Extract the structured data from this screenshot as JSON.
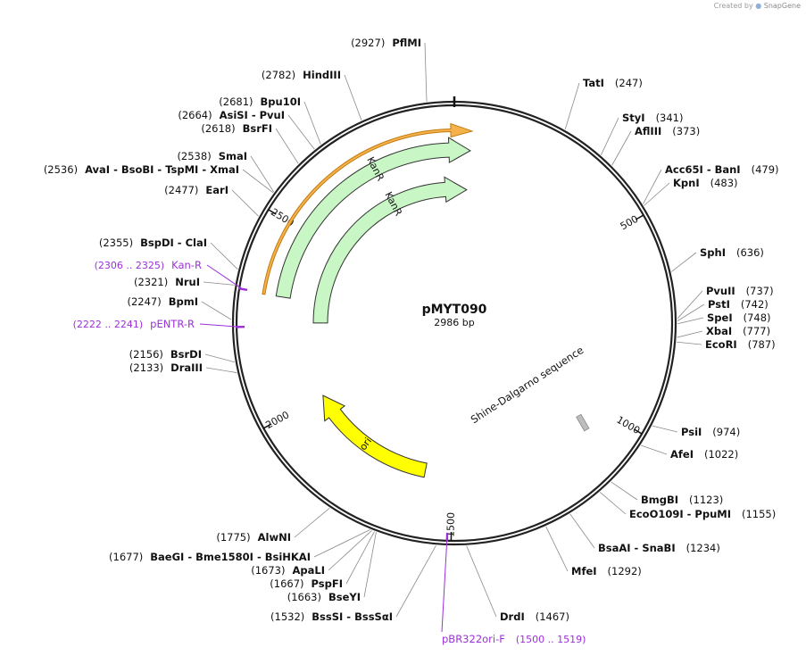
{
  "credit": {
    "created_by": "Created by",
    "app": "SnapGene",
    "logo_icon": "snapgene-logo-icon"
  },
  "plasmid": {
    "name": "pMYT090",
    "size_label": "2986 bp",
    "length": 2986
  },
  "tick_labels": [
    "500",
    "1000",
    "1500",
    "2000",
    "2500"
  ],
  "colors": {
    "backbone": "#222222",
    "kanr": "#c8f7c5",
    "kanr_highlight": "#f5b24a",
    "ori": "#ffff00",
    "primer": "#9b30d9",
    "leader": "#8a8a8a",
    "misc_feature": "#bdbdbd"
  },
  "features": [
    {
      "label": "KanR",
      "type": "arrow",
      "start": 2311,
      "end": 2986,
      "color": "#c8f7c5",
      "highlight": true
    },
    {
      "label": "KanR",
      "type": "arrow",
      "start": 2311,
      "end": 2986,
      "color": "#c8f7c5",
      "highlight": false
    },
    {
      "label": "KanR",
      "type": "arrow",
      "start": 2240,
      "end": 2986,
      "color": "#c8f7c5",
      "highlight": false
    },
    {
      "label": "ori",
      "type": "arrow",
      "start": 1585,
      "end": 2000,
      "color": "#ffff00",
      "highlight": false
    },
    {
      "label": "Shine-Dalgarno sequence",
      "type": "misc",
      "start": 1060,
      "end": 1070,
      "color": "#bdbdbd"
    }
  ],
  "primers": [
    {
      "name": "Kan-R",
      "range": "(2306 .. 2325)",
      "pos": 2315
    },
    {
      "name": "pENTR-R",
      "range": "(2222 .. 2241)",
      "pos": 2231
    },
    {
      "name": "pBR322ori-F",
      "range": "(1500 .. 1519)",
      "pos": 1509
    }
  ],
  "sites": [
    {
      "side": "right",
      "name": "TatI",
      "pos": 247
    },
    {
      "side": "right",
      "name": "StyI",
      "pos": 341
    },
    {
      "side": "right",
      "name": "AflIII",
      "pos": 373
    },
    {
      "side": "right",
      "name": "Acc65I  -  BanI",
      "pos": 479
    },
    {
      "side": "right",
      "name": "KpnI",
      "pos": 483
    },
    {
      "side": "right",
      "name": "SphI",
      "pos": 636
    },
    {
      "side": "right",
      "name": "PvuII",
      "pos": 737
    },
    {
      "side": "right",
      "name": "PstI",
      "pos": 742
    },
    {
      "side": "right",
      "name": "SpeI",
      "pos": 748
    },
    {
      "side": "right",
      "name": "XbaI",
      "pos": 777
    },
    {
      "side": "right",
      "name": "EcoRI",
      "pos": 787
    },
    {
      "side": "right",
      "name": "PsiI",
      "pos": 974
    },
    {
      "side": "right",
      "name": "AfeI",
      "pos": 1022
    },
    {
      "side": "right",
      "name": "BmgBI",
      "pos": 1123
    },
    {
      "side": "right",
      "name": "EcoO109I  -  PpuMI",
      "pos": 1155
    },
    {
      "side": "right",
      "name": "BsaAI  -  SnaBI",
      "pos": 1234
    },
    {
      "side": "right",
      "name": "MfeI",
      "pos": 1292
    },
    {
      "side": "right",
      "name": "DrdI",
      "pos": 1467
    },
    {
      "side": "left",
      "name": "PflMI",
      "pos": 2927
    },
    {
      "side": "left",
      "name": "HindIII",
      "pos": 2782
    },
    {
      "side": "left",
      "name": "Bpu10I",
      "pos": 2681
    },
    {
      "side": "left",
      "name": "AsiSI  -  PvuI",
      "pos": 2664
    },
    {
      "side": "left",
      "name": "BsrFI",
      "pos": 2618
    },
    {
      "side": "left",
      "name": "SmaI",
      "pos": 2538
    },
    {
      "side": "left",
      "name": "AvaI  -  BsoBI  -  TspMI  -  XmaI",
      "pos": 2536
    },
    {
      "side": "left",
      "name": "EarI",
      "pos": 2477
    },
    {
      "side": "left",
      "name": "BspDI  -  ClaI",
      "pos": 2355
    },
    {
      "side": "left",
      "name": "NruI",
      "pos": 2321
    },
    {
      "side": "left",
      "name": "BpmI",
      "pos": 2247
    },
    {
      "side": "left",
      "name": "BsrDI",
      "pos": 2156
    },
    {
      "side": "left",
      "name": "DraIII",
      "pos": 2133
    },
    {
      "side": "left",
      "name": "AlwNI",
      "pos": 1775
    },
    {
      "side": "left",
      "name": "BaeGI  -  Bme1580I  -  BsiHKAI",
      "pos": 1677
    },
    {
      "side": "left",
      "name": "ApaLI",
      "pos": 1673
    },
    {
      "side": "left",
      "name": "PspFI",
      "pos": 1667
    },
    {
      "side": "left",
      "name": "BseYI",
      "pos": 1663
    },
    {
      "side": "left",
      "name": "BssSI  -  BssSαI",
      "pos": 1532
    }
  ]
}
